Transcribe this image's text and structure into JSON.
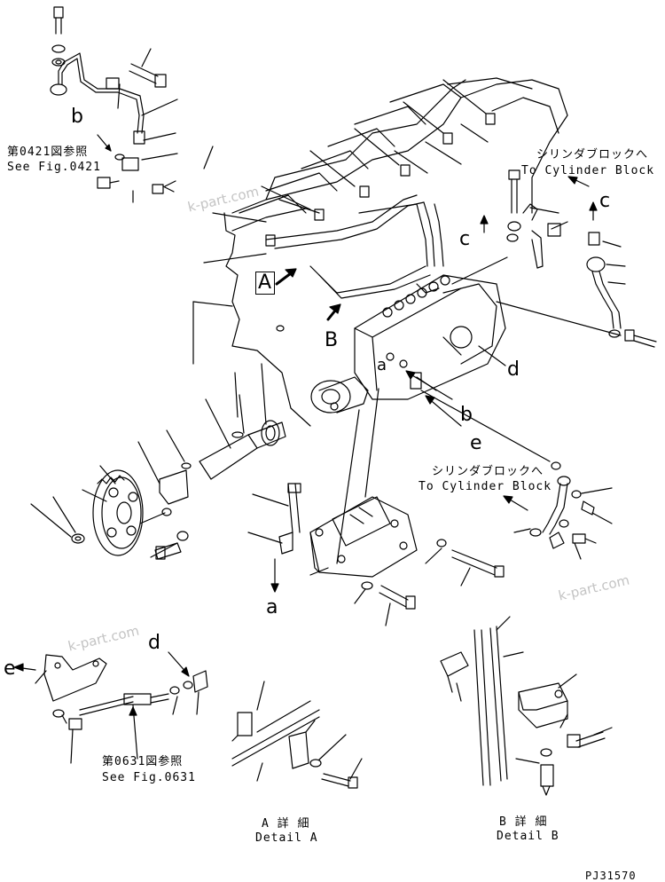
{
  "refs": {
    "fig0421_jp": "第0421図参照",
    "fig0421_en": "See Fig.0421",
    "fig0631_jp": "第0631図参照",
    "fig0631_en": "See Fig.0631"
  },
  "cylinder_block_top": {
    "jp": "シリンダブロックへ",
    "en": "To Cylinder Block"
  },
  "cylinder_block_mid": {
    "jp": "シリンダブロックへ",
    "en": "To Cylinder Block"
  },
  "letters": {
    "a_mid": "a",
    "a_bottom": "a",
    "b_top": "b",
    "b_mid": "b",
    "c_top": "c",
    "c_mid": "c",
    "d_mid": "d",
    "d_bottom": "d",
    "e_mid": "e",
    "e_bottom": "e",
    "A_box": "A",
    "B_mid": "B"
  },
  "detail_a": {
    "jp": "A 詳 細",
    "en": "Detail A"
  },
  "detail_b": {
    "jp": "B 詳 細",
    "en": "Detail B"
  },
  "watermarks": [
    "k-part.com",
    "k-part.com",
    "k-part.com"
  ],
  "part_code": "PJ31570",
  "colors": {
    "line": "#000000",
    "watermark": "#c4c4c4",
    "background": "#ffffff"
  }
}
